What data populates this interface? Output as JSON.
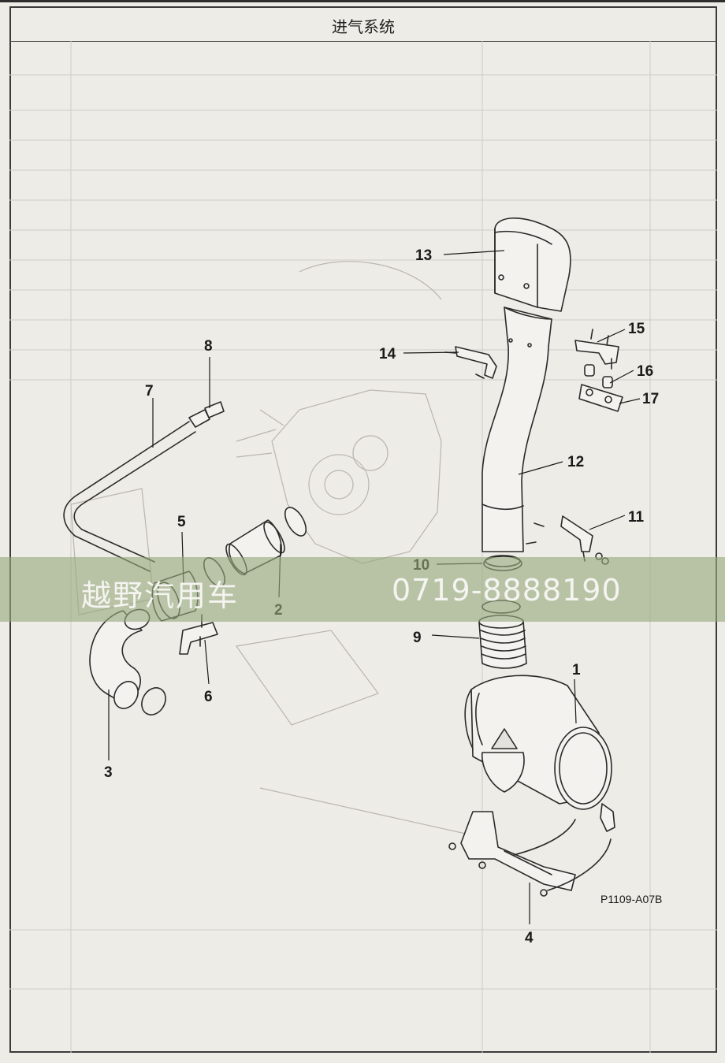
{
  "title": "进气系统",
  "figure_code": "P1109-A07B",
  "callouts": [
    "1",
    "2",
    "3",
    "4",
    "5",
    "6",
    "7",
    "8",
    "9",
    "10",
    "11",
    "12",
    "13",
    "14",
    "15",
    "16",
    "17"
  ],
  "watermark": {
    "name": "越野汽用车",
    "phone": "0719-8888190"
  }
}
